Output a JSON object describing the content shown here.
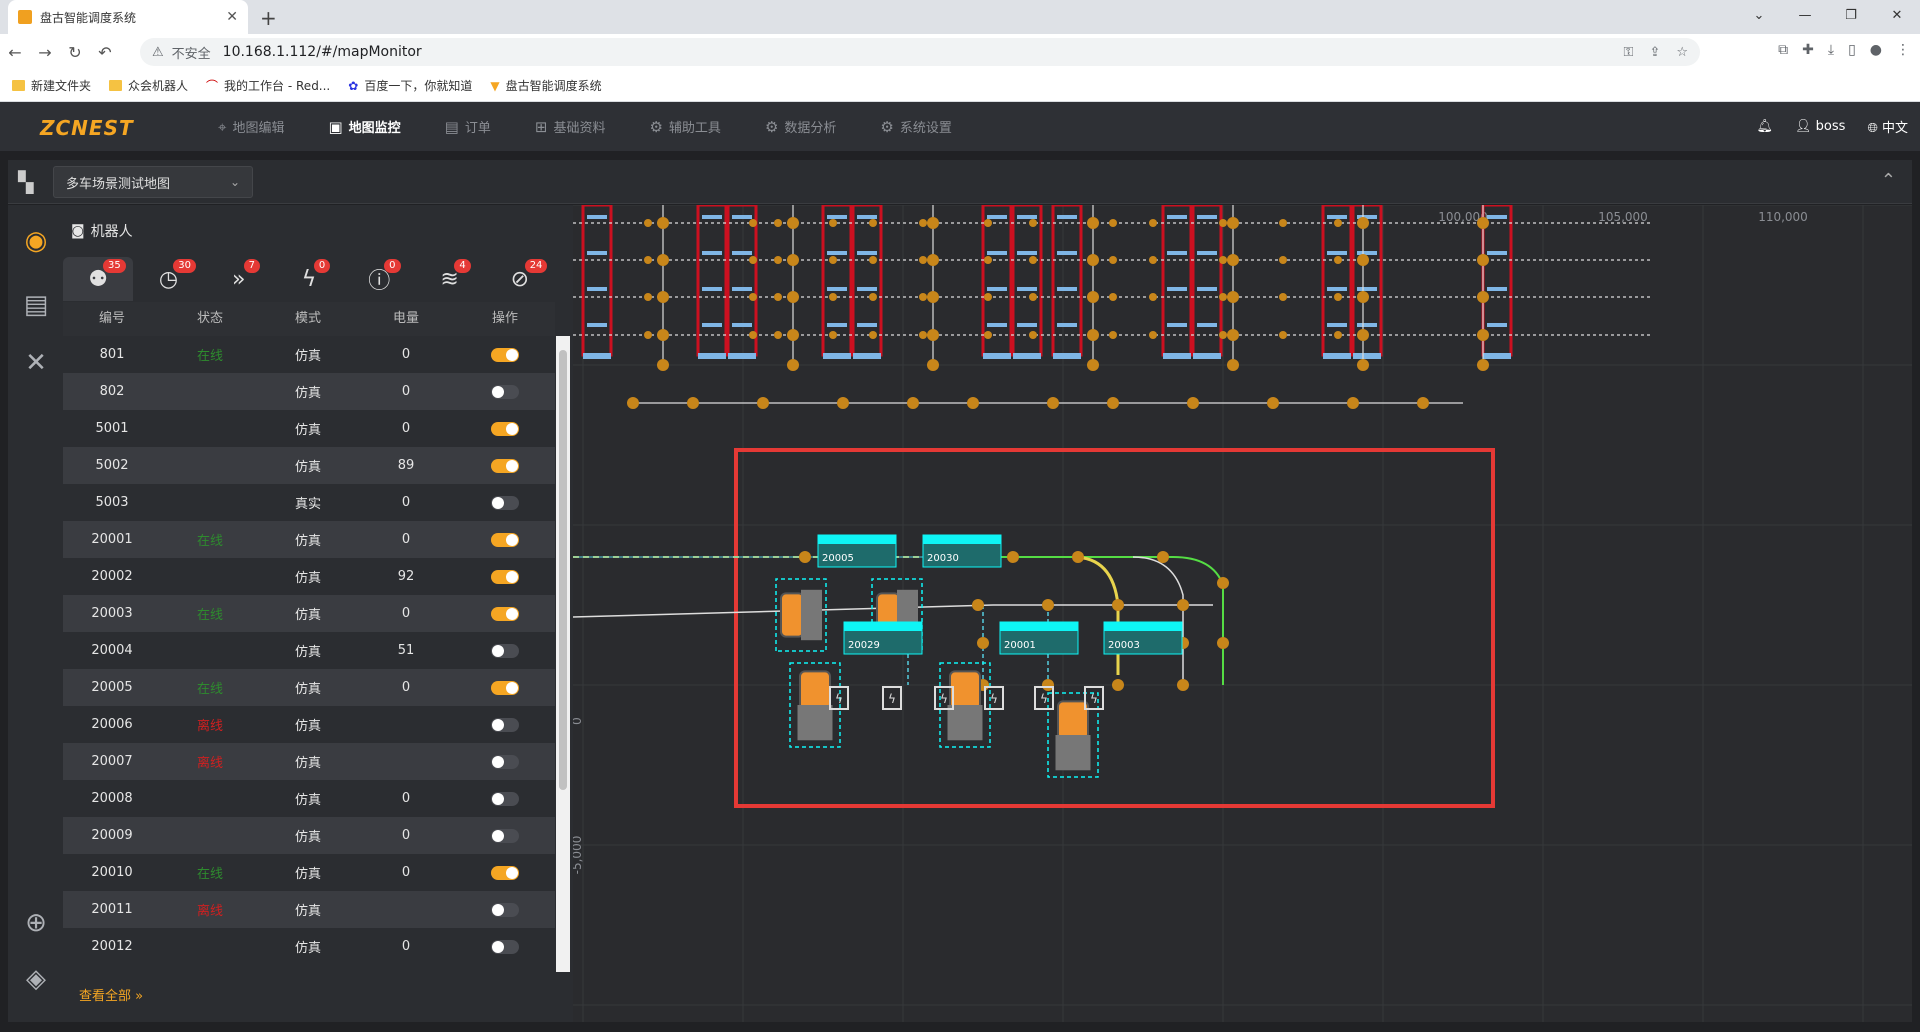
{
  "browser": {
    "tab_title": "盘古智能调度系统",
    "url": "10.168.1.112/#/mapMonitor",
    "insecure_label": "不安全",
    "bookmarks": [
      "新建文件夹",
      "众会机器人",
      "我的工作台 - Red...",
      "百度一下，你就知道",
      "盘古智能调度系统"
    ]
  },
  "app": {
    "logo": "ZCNEST",
    "nav": [
      {
        "label": "地图编辑",
        "icon": "map-pin-icon"
      },
      {
        "label": "地图监控",
        "icon": "monitor-icon",
        "active": true
      },
      {
        "label": "订单",
        "icon": "document-icon"
      },
      {
        "label": "基础资料",
        "icon": "sliders-icon"
      },
      {
        "label": "辅助工具",
        "icon": "gear-icon"
      },
      {
        "label": "数据分析",
        "icon": "gear-icon"
      },
      {
        "label": "系统设置",
        "icon": "gear-icon"
      }
    ],
    "user": "boss",
    "language": "中文"
  },
  "map_toolbar": {
    "selected_map": "多车场景测试地图"
  },
  "robot_panel": {
    "title": "机器人",
    "filters": [
      {
        "icon": "all-robots-icon",
        "count": "35"
      },
      {
        "icon": "clock-icon",
        "count": "30"
      },
      {
        "icon": "running-icon",
        "count": "7"
      },
      {
        "icon": "charging-icon",
        "count": "0"
      },
      {
        "icon": "alert-icon",
        "count": "0"
      },
      {
        "icon": "offline-wifi-icon",
        "count": "4"
      },
      {
        "icon": "disabled-icon",
        "count": "24"
      }
    ],
    "columns": [
      "编号",
      "状态",
      "模式",
      "电量",
      "操作"
    ],
    "rows": [
      {
        "id": "801",
        "status": "在线",
        "status_type": "on",
        "mode": "仿真",
        "battery": "0",
        "enabled": true
      },
      {
        "id": "802",
        "status": "",
        "status_type": "",
        "mode": "仿真",
        "battery": "0",
        "enabled": false
      },
      {
        "id": "5001",
        "status": "",
        "status_type": "",
        "mode": "仿真",
        "battery": "0",
        "enabled": true
      },
      {
        "id": "5002",
        "status": "",
        "status_type": "",
        "mode": "仿真",
        "battery": "89",
        "enabled": true
      },
      {
        "id": "5003",
        "status": "",
        "status_type": "",
        "mode": "真实",
        "battery": "0",
        "enabled": false
      },
      {
        "id": "20001",
        "status": "在线",
        "status_type": "on",
        "mode": "仿真",
        "battery": "0",
        "enabled": true
      },
      {
        "id": "20002",
        "status": "",
        "status_type": "",
        "mode": "仿真",
        "battery": "92",
        "enabled": true
      },
      {
        "id": "20003",
        "status": "在线",
        "status_type": "on",
        "mode": "仿真",
        "battery": "0",
        "enabled": true
      },
      {
        "id": "20004",
        "status": "",
        "status_type": "",
        "mode": "仿真",
        "battery": "51",
        "enabled": false
      },
      {
        "id": "20005",
        "status": "在线",
        "status_type": "on",
        "mode": "仿真",
        "battery": "0",
        "enabled": true
      },
      {
        "id": "20006",
        "status": "离线",
        "status_type": "off",
        "mode": "仿真",
        "battery": "",
        "enabled": false
      },
      {
        "id": "20007",
        "status": "离线",
        "status_type": "off",
        "mode": "仿真",
        "battery": "",
        "enabled": false
      },
      {
        "id": "20008",
        "status": "",
        "status_type": "",
        "mode": "仿真",
        "battery": "0",
        "enabled": false
      },
      {
        "id": "20009",
        "status": "",
        "status_type": "",
        "mode": "仿真",
        "battery": "0",
        "enabled": false
      },
      {
        "id": "20010",
        "status": "在线",
        "status_type": "on",
        "mode": "仿真",
        "battery": "0",
        "enabled": true
      },
      {
        "id": "20011",
        "status": "离线",
        "status_type": "off",
        "mode": "仿真",
        "battery": "",
        "enabled": false
      },
      {
        "id": "20012",
        "status": "",
        "status_type": "",
        "mode": "仿真",
        "battery": "0",
        "enabled": false
      }
    ],
    "view_all": "查看全部"
  },
  "map": {
    "x_ticks": [
      "100,000",
      "105,000",
      "110,000"
    ],
    "y_ticks": [
      "0",
      "-5,000"
    ],
    "robot_labels": [
      "20005",
      "20030",
      "20029",
      "20001",
      "20003"
    ],
    "highlight_color": "#e53935",
    "path_color": "#e8d44d",
    "active_path_color": "#55dd44",
    "node_color": "#c8861a",
    "label_color": "#0ef5f5"
  }
}
